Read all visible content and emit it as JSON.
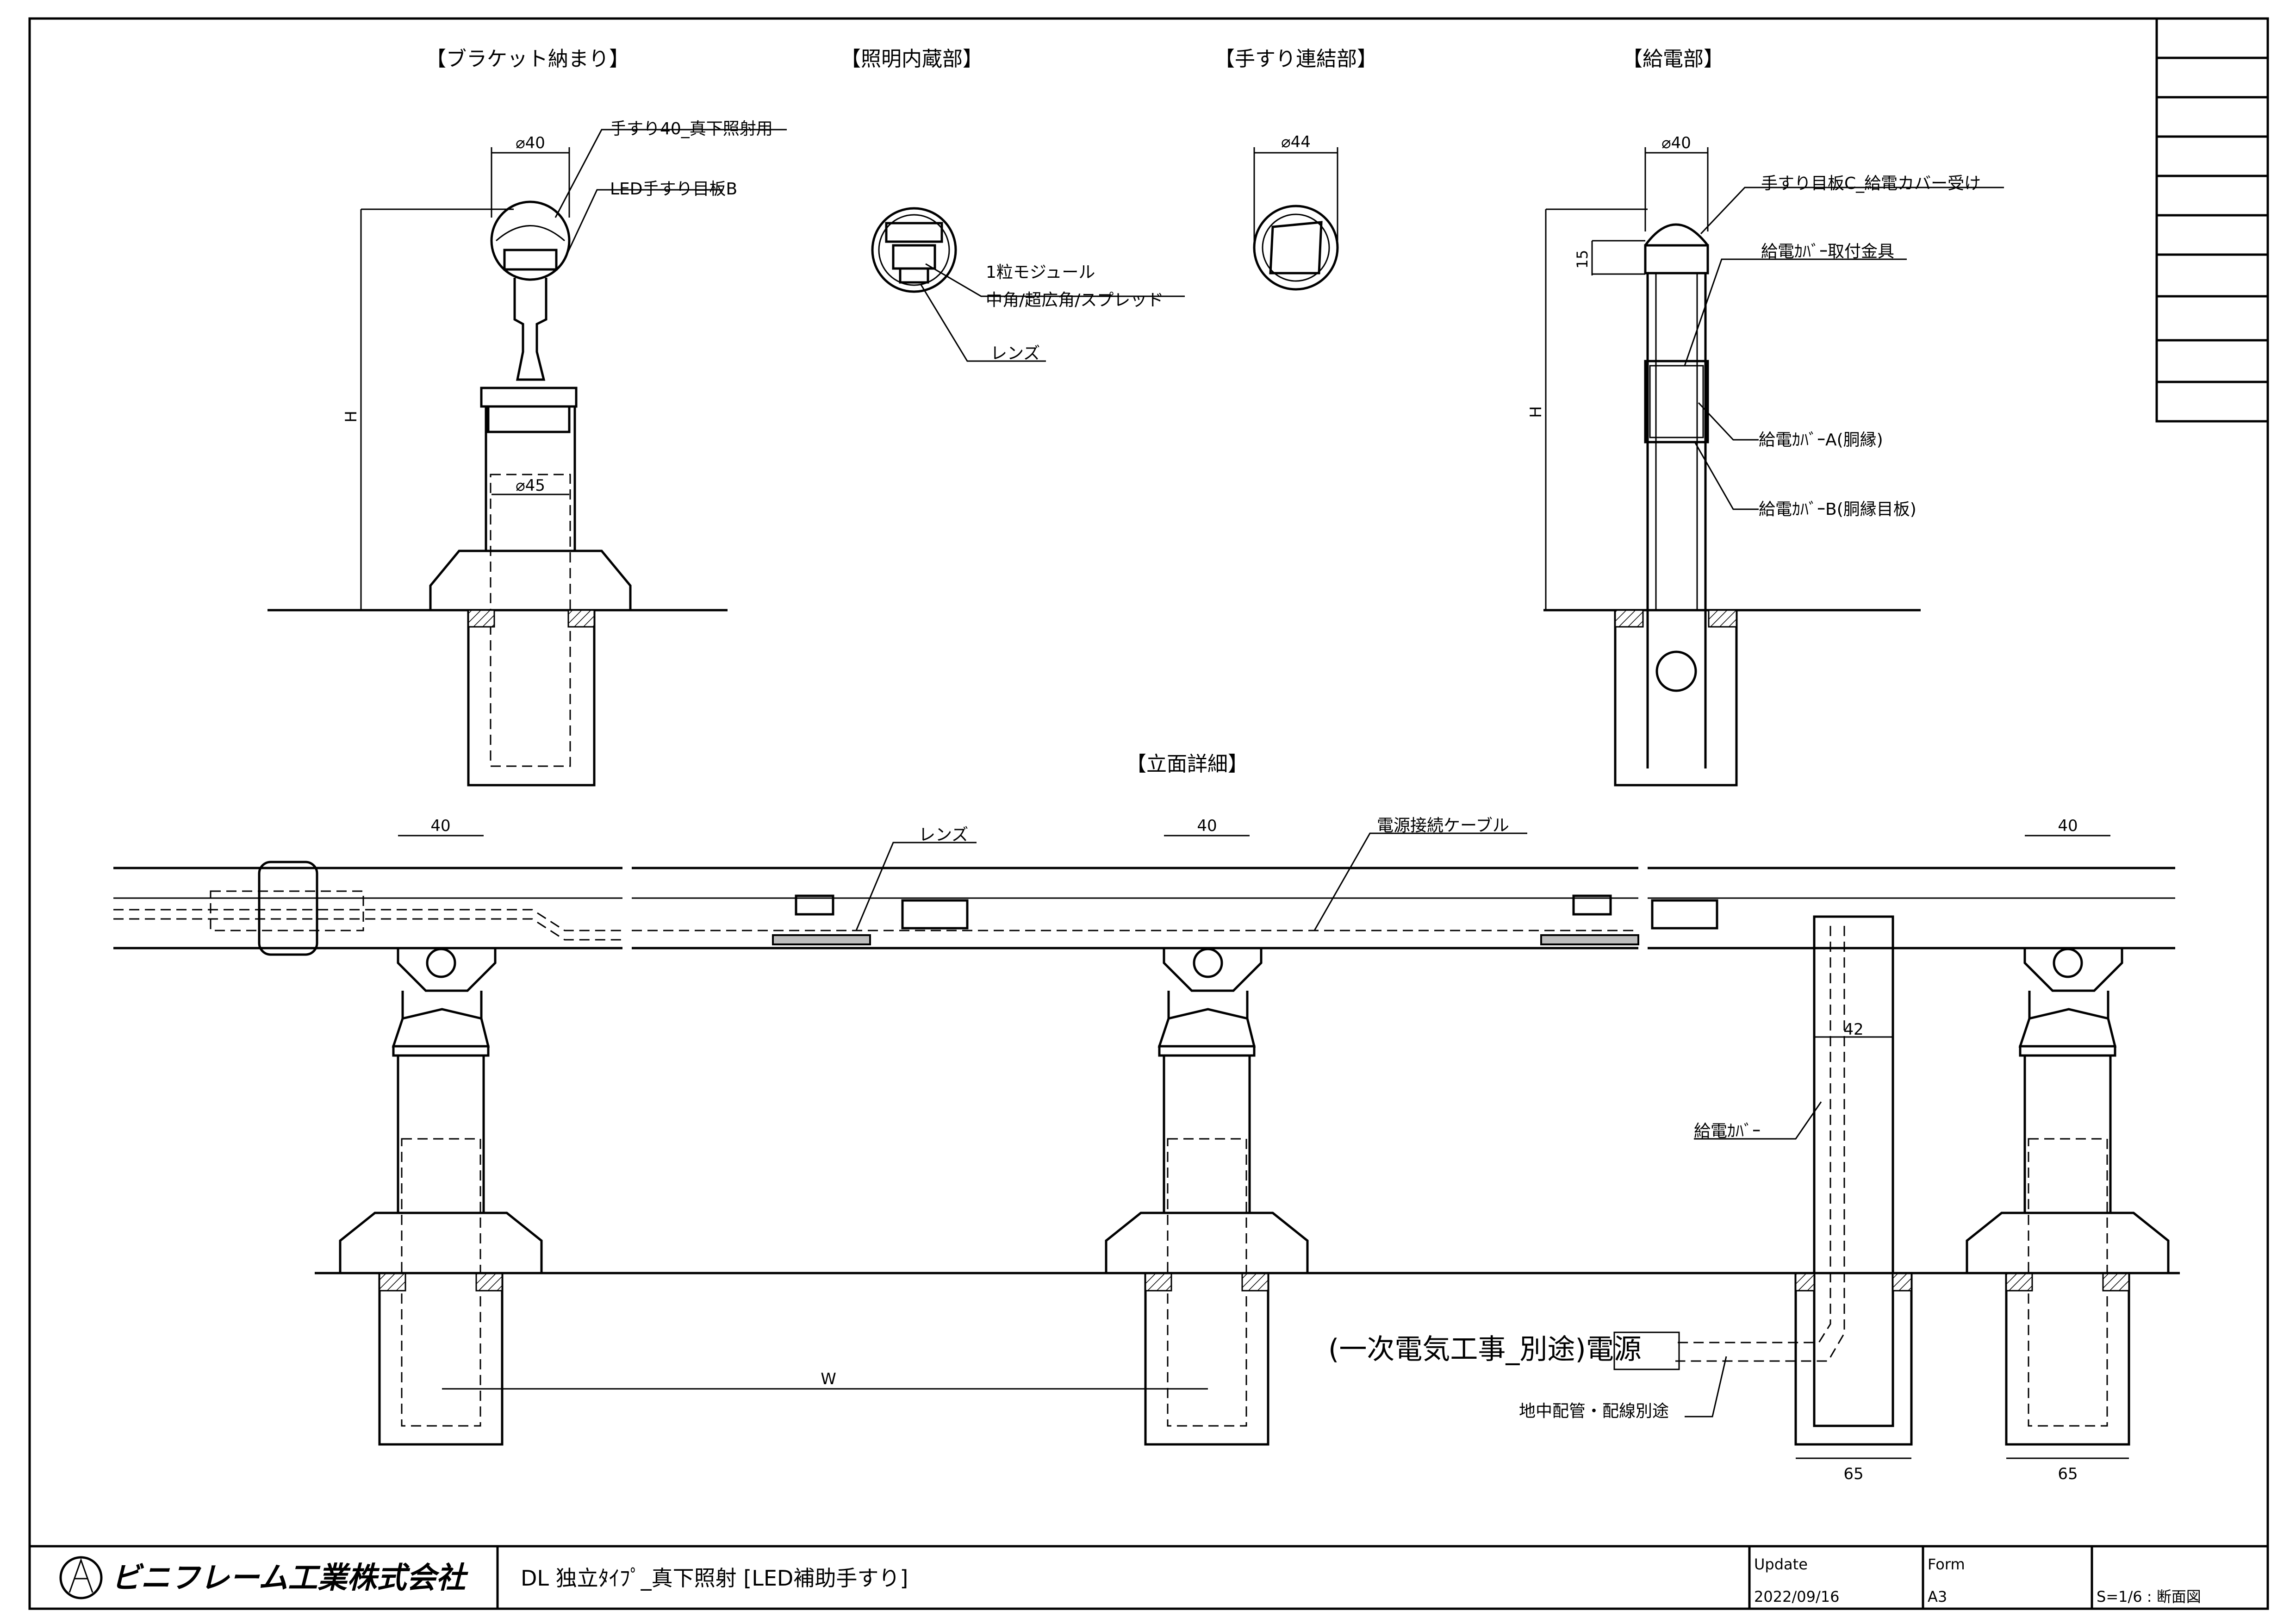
{
  "sections": {
    "bracket": "【ブラケット納まり】",
    "lighting": "【照明内蔵部】",
    "joint": "【手すり連結部】",
    "power": "【給電部】",
    "elevation": "【立面詳細】"
  },
  "labels": {
    "handrail": "手すり40_真下照射用",
    "led_plate_b": "LED手すり目板B",
    "module": "1粒モジュール",
    "module_type": "中角/超広角/スプレッド",
    "lens": "レンズ",
    "plate_c": "手すり目板C_給電カバー受け",
    "cover_bracket": "給電ｶﾊﾞｰ取付金具",
    "cover_a": "給電ｶﾊﾞｰA(胴縁)",
    "cover_b": "給電ｶﾊﾞｰB(胴縁目板)",
    "lens2": "レンズ",
    "cable": "電源接続ケーブル",
    "cover": "給電ｶﾊﾞｰ",
    "primary_prefix": "(一次電気工事_別途)",
    "primary_power": "電源",
    "underground": "地中配管・配線別途"
  },
  "dims": {
    "d40a": "⌀40",
    "d45": "⌀45",
    "d44": "⌀44",
    "d40b": "⌀40",
    "h15": "15",
    "h1": "H",
    "h2": "H",
    "w40a": "40",
    "w40b": "40",
    "w40c": "40",
    "w42": "42",
    "w": "W",
    "w65a": "65",
    "w65b": "65"
  },
  "titleblock": {
    "company": "ビニフレーム工業株式会社",
    "title": "DL 独立ﾀｲﾌﾟ_真下照射 [LED補助手すり]",
    "update_label": "Update",
    "update_date": "2022/09/16",
    "form_label": "Form",
    "form_value": "A3",
    "scale": "S=1/6 : 断面図"
  }
}
